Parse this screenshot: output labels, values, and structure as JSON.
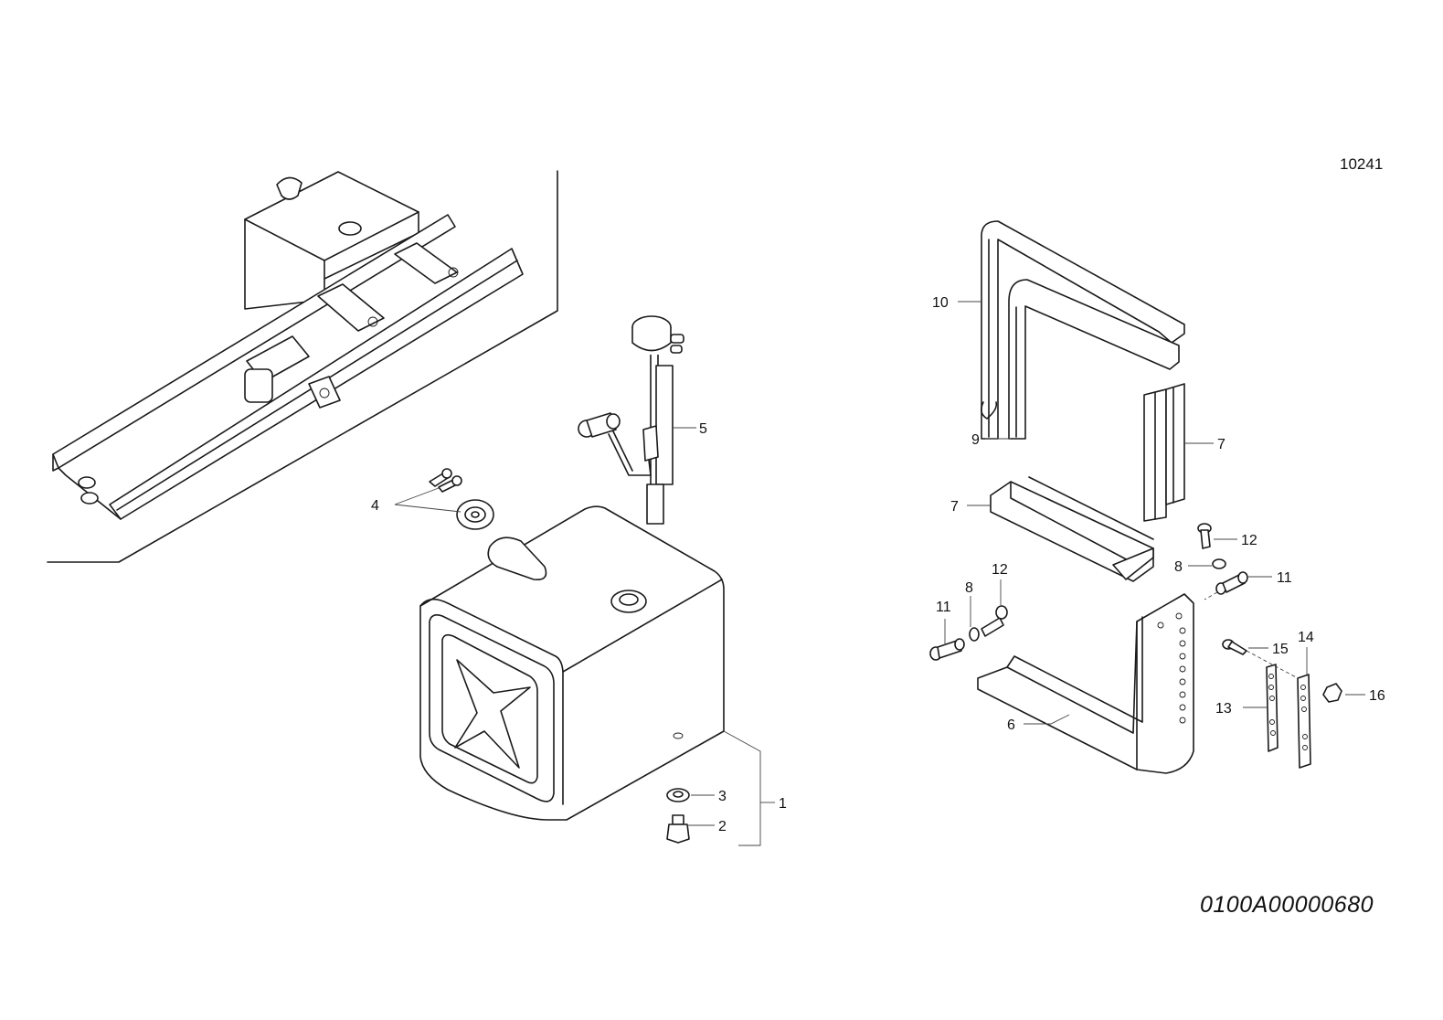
{
  "header": {
    "drawing_number": "10241"
  },
  "footer": {
    "part_code": "0100A00000680"
  },
  "callouts": {
    "c1": "1",
    "c2": "2",
    "c3": "3",
    "c4": "4",
    "c5": "5",
    "c6": "6",
    "c7a": "7",
    "c7b": "7",
    "c8a": "8",
    "c8b": "8",
    "c9": "9",
    "c10": "10",
    "c11a": "11",
    "c11b": "11",
    "c12a": "12",
    "c12b": "12",
    "c13": "13",
    "c14": "14",
    "c15": "15",
    "c16": "16"
  }
}
